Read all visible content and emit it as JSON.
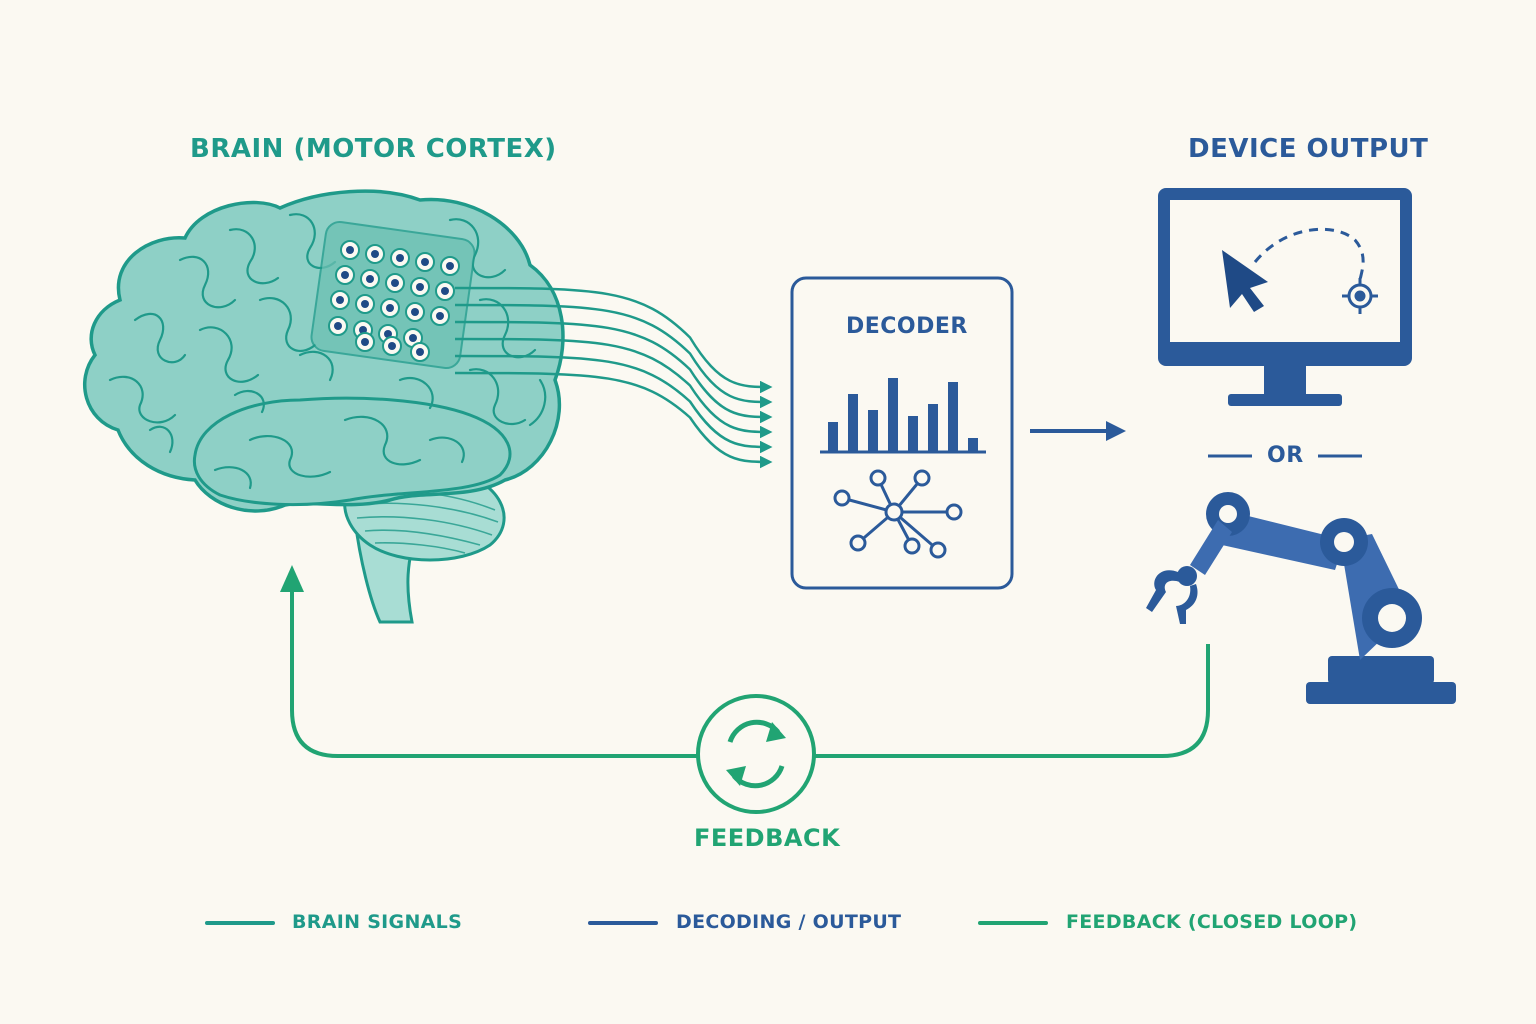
{
  "diagram": {
    "brain_title": "BRAIN (MOTOR CORTEX)",
    "decoder_label": "DECODER",
    "device_title": "DEVICE OUTPUT",
    "or_label": "OR",
    "feedback_label": "FEEDBACK"
  },
  "legend": [
    {
      "label": "BRAIN SIGNALS",
      "color": "#1f9a8a"
    },
    {
      "label": "DECODING / OUTPUT",
      "color": "#2b5a9a"
    },
    {
      "label": "FEEDBACK (CLOSED LOOP)",
      "color": "#21a473"
    }
  ],
  "colors": {
    "teal": "#1f9a8a",
    "teal_fill": "#8ed0c6",
    "blue": "#2b5a9a",
    "blue_dark": "#1f4a86",
    "green": "#21a473",
    "background": "#fbf9f2"
  },
  "icons": [
    "brain-icon",
    "electrode-array-icon",
    "bar-chart-icon",
    "neural-network-icon",
    "monitor-icon",
    "cursor-icon",
    "target-icon",
    "robotic-arm-icon",
    "refresh-cycle-icon"
  ]
}
